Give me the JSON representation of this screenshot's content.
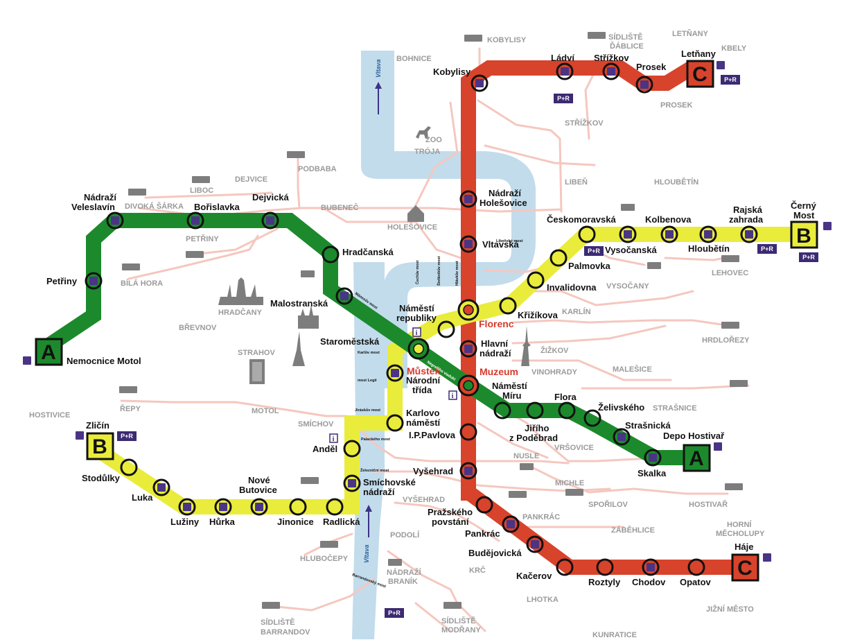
{
  "colors": {
    "lineA": "#1c8a2c",
    "lineB": "#e9ec3b",
    "lineC": "#d8432b",
    "river": "#c2dcec",
    "tram": "#f5c7bf",
    "district": "#9a9a9a",
    "accessible": "#4a3485"
  },
  "lines": {
    "A": "A",
    "B": "B",
    "C": "C"
  },
  "river": {
    "vltava_north": "Vltava",
    "vltava_south": "Vltava"
  },
  "stations": {
    "nemocnice_motol": "Nemocnice Motol",
    "petriny": "Petřiny",
    "nadrazi_veleslavin_1": "Nádraží",
    "nadrazi_veleslavin_2": "Veleslavín",
    "borislavka": "Bořislavka",
    "dejvicka": "Dejvická",
    "hradcanska": "Hradčanská",
    "malostranska": "Malostranská",
    "staromestska": "Staroměstská",
    "mustek": "Můstek",
    "muzeum": "Muzeum",
    "namesti_miru_1": "Náměstí",
    "namesti_miru_2": "Míru",
    "jiriho_1": "Jiřího",
    "jiriho_2": "z Poděbrad",
    "flora": "Flora",
    "zelivskeho": "Želivského",
    "strasnicka": "Strašnická",
    "skalka": "Skalka",
    "depo_hostivar": "Depo Hostivař",
    "zlicin": "Zličín",
    "stodulky": "Stodůlky",
    "luka": "Luka",
    "luziny": "Lužiny",
    "hurka": "Hůrka",
    "nove_butovice_1": "Nové",
    "nove_butovice_2": "Butovice",
    "jinonice": "Jinonice",
    "radlicka": "Radlická",
    "smichovske_1": "Smíchovské",
    "smichovske_2": "nádraží",
    "andel": "Anděl",
    "karlovo_1": "Karlovo",
    "karlovo_2": "náměstí",
    "narodni_1": "Národní",
    "narodni_2": "třída",
    "namesti_republiky_1": "Náměstí",
    "namesti_republiky_2": "republiky",
    "florenc": "Florenc",
    "krizikova": "Křižíkova",
    "invalidovna": "Invalidovna",
    "palmovka": "Palmovka",
    "ceskomoravska": "Českomoravská",
    "vysocanska": "Vysočanská",
    "kolbenova": "Kolbenova",
    "hloubetin": "Hloubětín",
    "rajska_1": "Rajská",
    "rajska_2": "zahrada",
    "cerny_most_1": "Černý",
    "cerny_most_2": "Most",
    "letnany": "Letňany",
    "prosek": "Prosek",
    "strizkov": "Střížkov",
    "ladvi": "Ládví",
    "kobylisy": "Kobylisy",
    "holesovice_1": "Nádraží",
    "holesovice_2": "Holešovice",
    "vltavska": "Vltavská",
    "hlavni_1": "Hlavní",
    "hlavni_2": "nádraží",
    "ip_pavlova": "I.P.Pavlova",
    "vysehrad": "Vyšehrad",
    "prazskeho_1": "Pražského",
    "prazskeho_2": "povstání",
    "pankrac": "Pankrác",
    "budejovicka": "Budějovická",
    "kacerov": "Kačerov",
    "roztyly": "Roztyly",
    "chodov": "Chodov",
    "opatov": "Opatov",
    "haje": "Háje"
  },
  "districts": {
    "kobylisy": "KOBYLISY",
    "sidliste_dablice_1": "SÍDLIŠTĚ",
    "sidliste_dablice_2": "ĎÁBLICE",
    "letnany": "LETŇANY",
    "kbely": "KBELY",
    "bohnice": "BOHNICE",
    "prosek": "PROSEK",
    "strizkov": "STŘÍŽKOV",
    "zoo": "ZOO",
    "troja": "TRÓJA",
    "podbaba": "PODBABA",
    "dejvice": "DEJVICE",
    "liboc": "LIBOC",
    "divoka_sarka": "DIVOKÁ ŠÁRKA",
    "bubenec": "BUBENEČ",
    "holesovice": "HOLEŠOVICE",
    "liben": "LIBEŇ",
    "hloubetin": "HLOUBĚTÍN",
    "petriny": "PETŘINY",
    "bila_hora": "BÍLÁ HORA",
    "hradcany": "HRADČANY",
    "brevnov": "BŘEVNOV",
    "strahov": "STRAHOV",
    "vysocany": "VYSOČANY",
    "karlin": "KARLÍN",
    "lehovec": "LEHOVEC",
    "hrdlorezy": "HRDLOŘEZY",
    "zizkov": "ŽIŽKOV",
    "vinohrady": "VINOHRADY",
    "malesice": "MALEŠICE",
    "strasnice": "STRAŠNICE",
    "repy": "ŘEPY",
    "hostivice": "HOSTIVICE",
    "motol": "MOTOL",
    "smichov": "SMÍCHOV",
    "nusle": "NUSLE",
    "vrsovice": "VRŠOVICE",
    "michle": "MICHLE",
    "sporilov": "SPOŘILOV",
    "hostivar": "HOSTIVAŘ",
    "vysehrad": "VYŠEHRAD",
    "pankrac": "PANKRÁC",
    "zabehlice": "ZÁBĚHLICE",
    "horni_1": "HORNÍ",
    "horni_2": "MĚCHOLUPY",
    "podoli": "PODOLÍ",
    "hlubocepy": "HLUBOČEPY",
    "nadrazi_branik_1": "NÁDRAŽÍ",
    "nadrazi_branik_2": "BRANÍK",
    "krc": "KRČ",
    "lhotka": "LHOTKA",
    "jizni_mesto": "JIŽNÍ MĚSTO",
    "sidliste_barrandov_1": "SÍDLIŠTĚ",
    "sidliste_barrandov_2": "BARRANDOV",
    "sidliste_modrany_1": "SÍDLIŠTĚ",
    "sidliste_modrany_2": "MODŘANY",
    "kunratice": "KUNRATICE"
  },
  "bridges": {
    "manesuv": "Mánesův most",
    "karluv": "Karlův most",
    "most_legii": "most Legií",
    "jiraskuv": "Jiráskův most",
    "palackeho": "Palackého most",
    "zeleznicni": "Železniční most",
    "barrandovsky": "Barrandovský most",
    "cechuv": "Čechův most",
    "stefanikuv": "Štefánikův most",
    "hlavkuv": "Hlávkův most",
    "libensky": "Libeňský most",
    "negrelliho": "Negrelliho viadukt"
  },
  "badges": {
    "park_ride": "P+R",
    "info": "i",
    "accessible": "♿"
  }
}
